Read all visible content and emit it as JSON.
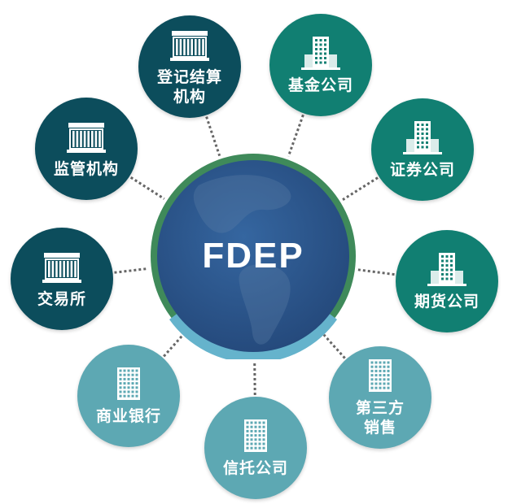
{
  "hub": {
    "title": "FDEP"
  },
  "colors": {
    "dark_teal": "#0c4d5c",
    "green_teal": "#117f72",
    "light_teal": "#5da8b3",
    "hub_blue": "#2d5387",
    "hub_ring_green": "#3f8a5a",
    "hub_ring_cyan": "#65b3cc",
    "connector": "#666666"
  },
  "nodes": [
    {
      "key": "registry",
      "label": "登记结算\n机构",
      "icon": "institution-building-icon",
      "color": "dark_teal"
    },
    {
      "key": "fund",
      "label": "基金公司",
      "icon": "office-tower-icon",
      "color": "green_teal"
    },
    {
      "key": "regulator",
      "label": "监管机构",
      "icon": "institution-building-icon",
      "color": "dark_teal"
    },
    {
      "key": "securities",
      "label": "证券公司",
      "icon": "office-tower-icon",
      "color": "green_teal"
    },
    {
      "key": "exchange",
      "label": "交易所",
      "icon": "institution-building-icon",
      "color": "dark_teal"
    },
    {
      "key": "futures",
      "label": "期货公司",
      "icon": "office-tower-icon",
      "color": "green_teal"
    },
    {
      "key": "bank",
      "label": "商业银行",
      "icon": "office-block-icon",
      "color": "light_teal"
    },
    {
      "key": "trust",
      "label": "信托公司",
      "icon": "office-block-icon",
      "color": "light_teal"
    },
    {
      "key": "thirdparty",
      "label": "第三方\n销售",
      "icon": "office-block-icon",
      "color": "light_teal"
    }
  ]
}
